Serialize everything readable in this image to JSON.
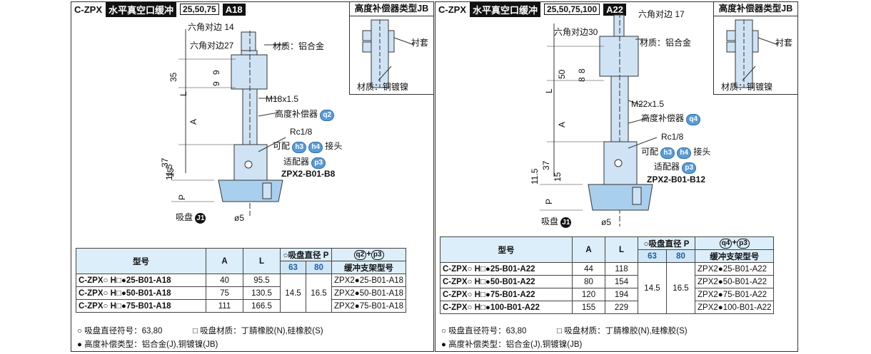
{
  "left": {
    "code": "C-ZPX",
    "type_name": "水平真空口缓冲",
    "strokes": "25,50,75",
    "size_tag": "A18",
    "jb_title": "高度补偿器类型JB",
    "jb_liner": "衬套",
    "jb_material": "材质：铜镀镍",
    "labels": {
      "hex1": "六角对边 14",
      "hex2": "六角对边27",
      "material": "材质：铝合金",
      "dim35": "35",
      "dim9a": "9",
      "dim9b": "9",
      "dimL": "L",
      "dimA": "A",
      "thread": "M18x1.5",
      "comp": "高度补偿器",
      "comp_tag": "q2",
      "rc": "Rc1/8",
      "can": "可配",
      "h3": "h3",
      "h4": "h4",
      "joint": "接头",
      "adapter": "适配器",
      "p3": "p3",
      "adapter_model": "ZPX2-B01-B8",
      "dim37": "37",
      "dim115": "11.5",
      "dim15": "15",
      "dimP": "P",
      "pad": "吸盘",
      "j1": "J1",
      "phi5": "ø5"
    },
    "table": {
      "h_model": "型号",
      "h_A": "A",
      "h_L": "L",
      "h_pad": "○吸盘直径 P",
      "h_63": "63",
      "h_80": "80",
      "h_comp_a": "q2",
      "h_comp_plus": "+",
      "h_comp_b": "p3",
      "h_bracket": "缓冲支架型号",
      "rows": [
        {
          "model": "C-ZPX○ H□●25-B01-A18",
          "A": "40",
          "L": "95.5",
          "bracket": "ZPX2●25-B01-A18"
        },
        {
          "model": "C-ZPX○ H□●50-B01-A18",
          "A": "75",
          "L": "130.5",
          "bracket": "ZPX2●50-B01-A18"
        },
        {
          "model": "C-ZPX○ H□●75-B01-A18",
          "A": "111",
          "L": "166.5",
          "bracket": "ZPX2●75-B01-A18"
        }
      ],
      "p63": "14.5",
      "p80": "16.5"
    },
    "foot1a": "○ 吸盘直径符号：63,80",
    "foot1b": "□ 吸盘材质：丁腈橡胶(N),硅橡胶(S)",
    "foot2": "● 高度补偿类型：铝合金(J),铜镀镍(JB)"
  },
  "right": {
    "code": "C-ZPX",
    "type_name": "水平真空口缓冲",
    "strokes": "25,50,75,100",
    "size_tag": "A22",
    "jb_title": "高度补偿器类型JB",
    "jb_liner": "衬套",
    "jb_material": "材质：铜镀镍",
    "labels": {
      "hex1": "六角对边 17",
      "hex2": "六角对边30",
      "material": "材质：铝合金",
      "dim50": "50",
      "dim8a": "8",
      "dim8b": "8",
      "dimL": "L",
      "dimA": "A",
      "thread": "M22x1.5",
      "comp": "高度补偿器",
      "comp_tag": "q4",
      "rc": "Rc1/8",
      "can": "可配",
      "h3": "h3",
      "h4": "h4",
      "joint": "接头",
      "adapter": "适配器",
      "p3": "p3",
      "adapter_model": "ZPX2-B01-B12",
      "dim37": "37",
      "dim115": "11.5",
      "dim15": "15",
      "dimP": "P",
      "pad": "吸盘",
      "j1": "J1",
      "phi5": "ø5"
    },
    "table": {
      "h_model": "型号",
      "h_A": "A",
      "h_L": "L",
      "h_pad": "○吸盘直径 P",
      "h_63": "63",
      "h_80": "80",
      "h_comp_a": "q4",
      "h_comp_plus": "+",
      "h_comp_b": "p3",
      "h_bracket": "缓冲支架型号",
      "rows": [
        {
          "model": "C-ZPX○ H□●25-B01-A22",
          "A": "44",
          "L": "118",
          "bracket": "ZPX2●25-B01-A22"
        },
        {
          "model": "C-ZPX○ H□●50-B01-A22",
          "A": "80",
          "L": "154",
          "bracket": "ZPX2●50-B01-A22"
        },
        {
          "model": "C-ZPX○ H□●75-B01-A22",
          "A": "120",
          "L": "194",
          "bracket": "ZPX2●75-B01-A22"
        },
        {
          "model": "C-ZPX○ H□●100-B01-A22",
          "A": "155",
          "L": "229",
          "bracket": "ZPX2●100-B01-A22"
        }
      ],
      "p63": "14.5",
      "p80": "16.5"
    },
    "foot1a": "○ 吸盘直径符号：63,80",
    "foot1b": "□ 吸盘材质：丁腈橡胶(N),硅橡胶(S)",
    "foot2": "● 高度补偿类型：铝合金(J),铜镀镍(JB)"
  }
}
